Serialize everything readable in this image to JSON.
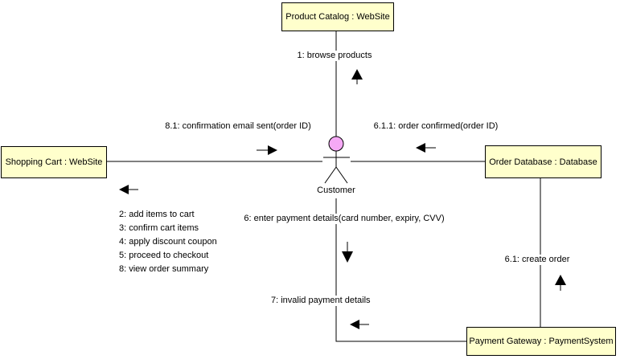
{
  "diagram": {
    "type": "UML communication diagram",
    "colors": {
      "node_fill": "#FFFFCC",
      "node_border": "#000000",
      "actor_head_fill": "#F5A9F5",
      "line": "#000000",
      "background": "#FFFFFF"
    }
  },
  "nodes": {
    "product_catalog": {
      "label": "Product Catalog : WebSite"
    },
    "shopping_cart": {
      "label": "Shopping Cart : WebSite"
    },
    "order_database": {
      "label": "Order Database : Database"
    },
    "payment_gateway": {
      "label": "Payment Gateway : PaymentSystem"
    }
  },
  "actor": {
    "label": "Customer"
  },
  "messages": {
    "browse_products": "1: browse products",
    "confirmation_email": "8.1: confirmation email sent(order ID)",
    "order_confirmed": "6.1.1: order confirmed(order ID)",
    "cart_list": [
      "2: add items to cart",
      "3: confirm cart items",
      "4: apply discount coupon",
      "5: proceed to checkout",
      "8: view order summary"
    ],
    "enter_payment": "6: enter payment details(card number, expiry, CVV)",
    "invalid_payment": "7: invalid payment details",
    "create_order": "6.1: create order"
  }
}
